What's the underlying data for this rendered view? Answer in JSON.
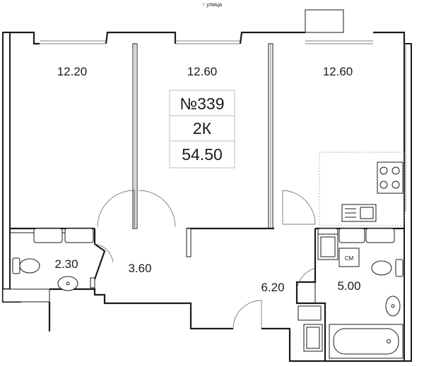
{
  "header": {
    "street_label": "↑ улица"
  },
  "apartment": {
    "number": "№339",
    "type": "2К",
    "total_area": "54.50"
  },
  "rooms": {
    "bedroom_left": "12.20",
    "bedroom_middle": "12.60",
    "kitchen_living": "12.60",
    "bathroom_left": "2.30",
    "hall_left": "3.60",
    "hall_right": "6.20",
    "bathroom_right": "5.00"
  },
  "appliances": {
    "washer_label": "СМ"
  }
}
